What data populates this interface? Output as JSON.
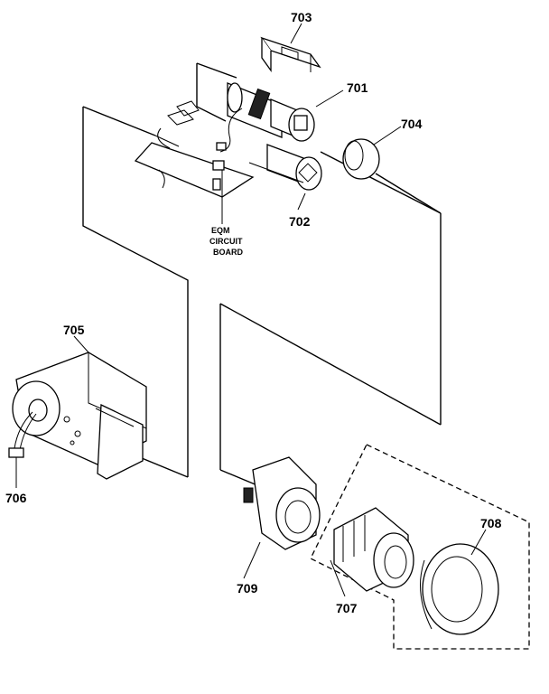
{
  "labels": {
    "p701": "701",
    "p702": "702",
    "p703": "703",
    "p704": "704",
    "p705": "705",
    "p706": "706",
    "p707": "707",
    "p708": "708",
    "p709": "709",
    "board_line1": "EQM",
    "board_line2": "CIRCUIT",
    "board_line3": "BOARD"
  }
}
